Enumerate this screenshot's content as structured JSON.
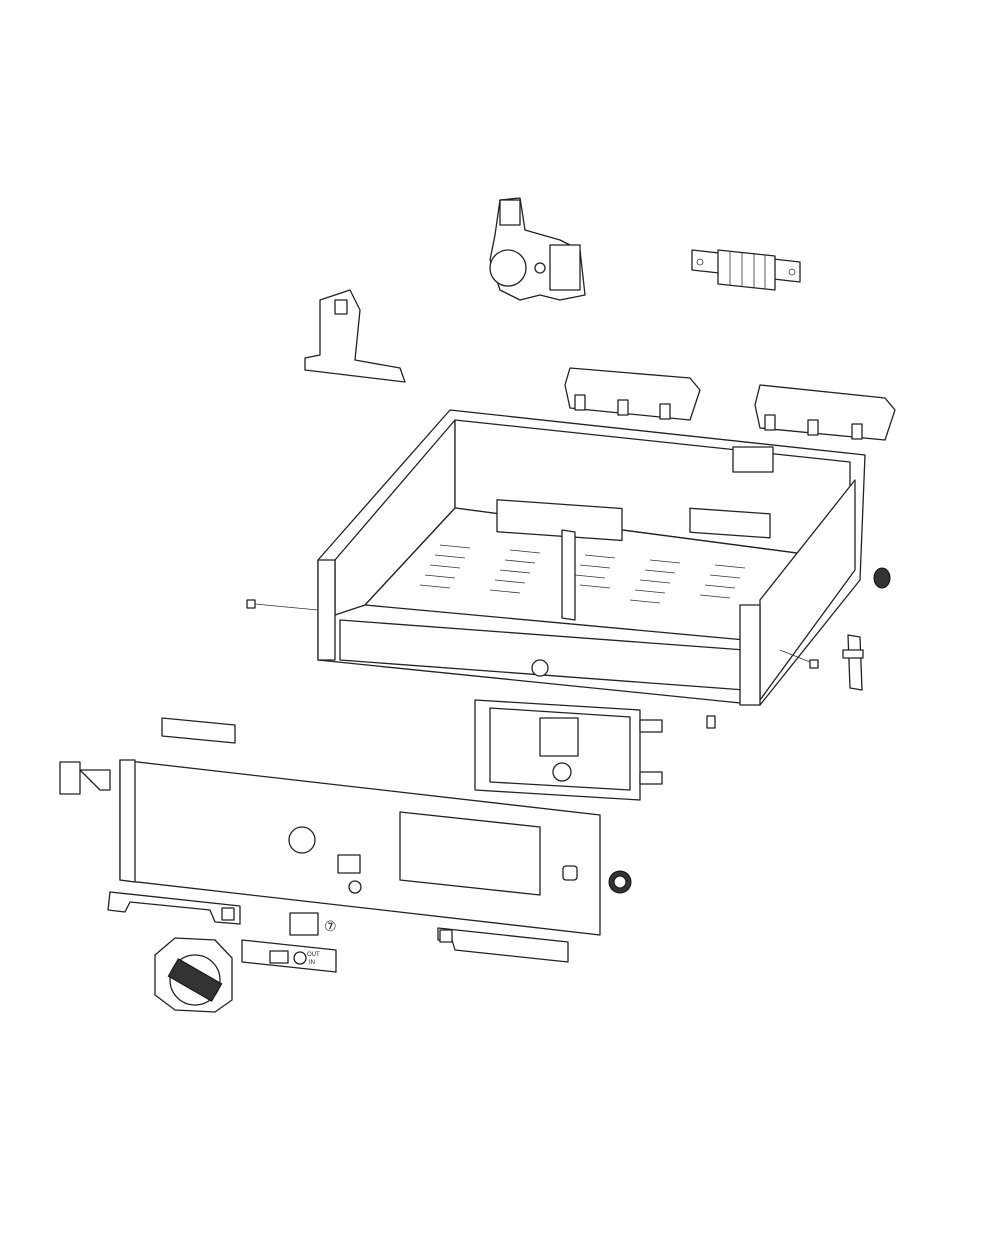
{
  "diagram": {
    "callout_label": "⑦",
    "switch_plate": {
      "out_label": "OUT",
      "in_label": "IN"
    }
  }
}
